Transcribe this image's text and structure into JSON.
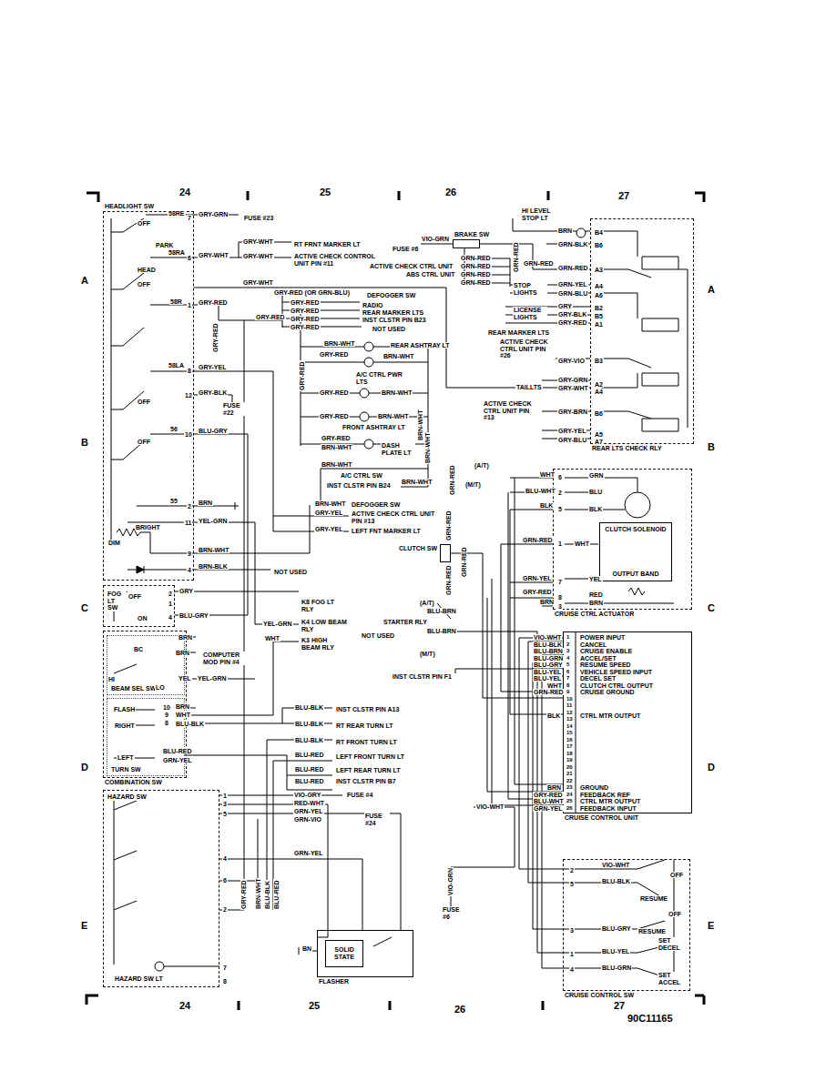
{
  "diagram": {
    "nodes": [
      {
        "text": [
          "HEADLIGHT SW"
        ]
      },
      {
        "text": [
          "FOG LT SW"
        ]
      },
      {
        "text": [
          "COMBINATION SW"
        ]
      },
      {
        "text": [
          "BEAM SEL SW"
        ],
        "in": 2
      },
      {
        "text": [
          "TURN SW"
        ],
        "in": 2
      },
      {
        "text": [
          "HAZARD SW"
        ]
      },
      {
        "text": [
          "FLASHER"
        ]
      },
      {
        "text": [
          "SOLID STATE"
        ],
        "in": 6
      },
      {
        "text": [
          "BRAKE SW"
        ]
      },
      {
        "text": [
          "REAR LTS CHECK RLY"
        ]
      },
      {
        "text": [
          "CLUTCH SW"
        ]
      },
      {
        "text": [
          "CRUISE CTRL ACTUATOR"
        ]
      },
      {
        "text": [
          "CLUTCH SOLENOID",
          "OUTPUT BAND"
        ],
        "in": 11
      },
      {
        "text": [
          "CRUISE CONTROL UNIT"
        ]
      },
      {
        "text": [
          "CRUISE CONTROL SW"
        ]
      }
    ],
    "edges": [
      {
        "from": 0,
        "to": 9,
        "arrow": "none"
      },
      {
        "from": 8,
        "to": 9,
        "arrow": "none"
      },
      {
        "from": 5,
        "to": 6,
        "arrow": "none"
      },
      {
        "from": 11,
        "to": 13,
        "arrow": "none"
      },
      {
        "from": 14,
        "to": 13,
        "arrow": "none"
      },
      {
        "from": 10,
        "to": 13,
        "arrow": "none"
      }
    ],
    "labels": [
      "24",
      "25",
      "26",
      "27",
      "A",
      "A",
      "B",
      "B",
      "C",
      "C",
      "D",
      "D",
      "E",
      "E",
      "24",
      "25",
      "26",
      "27",
      "90C11165",
      "58RE",
      "7",
      "GRY-GRN",
      "FUSE #23",
      "OFF",
      "PARK",
      "58RA",
      "6",
      "GRY-WHT",
      "HEAD",
      "OFF",
      "GRY-WHT",
      "RT FRNT MARKER LT",
      "GRY-WHT",
      "ACTIVE CHECK CONTROL UNIT PIN #11",
      "GRY-WHT",
      "58R",
      "1",
      "GRY-RED",
      "GRY-RED",
      "GRY-RED (OR GRN-BLU)",
      "DEFOGGER SW",
      "GRY-RED",
      "RADIO",
      "GRY-RED",
      "REAR MARKER LTS",
      "GRY-RED",
      "INST CLSTR PIN B23",
      "GRY-RED",
      "NOT USED",
      "GRY-RED",
      "BRN-WHT",
      "REAR ASHTRAY LT",
      "GRY-RED",
      "BRN-WHT",
      "A/C CTRL PWR LTS",
      "GRY-RED",
      "BRN-WHT",
      "GRY-RED",
      "GRY-RED",
      "BRN-WHT",
      "FRONT ASHTRAY LT",
      "BRN-WHT",
      "BRN-WHT",
      "GRY-RED",
      "BRN-WHT",
      "DASH PLATE LT",
      "BRN-WHT",
      "A/C CTRL SW",
      "INST CLSTR PIN B24",
      "BRN-WHT",
      "BRN-WHT",
      "DEFOGGER SW",
      "GRY-YEL",
      "ACTIVE CHECK CTRL UNIT PIN #13",
      "GRY-YEL",
      "LEFT FNT MARKER LT",
      "58LA",
      "8",
      "GRY-YEL",
      "12",
      "GRY-BLK",
      "FUSE #22",
      "OFF",
      "56",
      "10",
      "BLU-GRY",
      "OFF",
      "55",
      "2",
      "BRN",
      "11",
      "YEL-GRN",
      "BRIGHT",
      "DIM",
      "9",
      "BRN-WHT",
      "4",
      "BRN-BLK",
      "NOT USED",
      "OFF",
      "ON",
      "2",
      "1",
      "4",
      "GRY",
      "BLU-GRY",
      "K8 FOG LT RLY",
      "YEL-GRN",
      "K4 LOW BEAM RLY",
      "WHT",
      "K3 HIGH BEAM RLY",
      "BC",
      "BRN",
      "BRN",
      "COMPUTER MOD PIN #4",
      "HI",
      "LO",
      "YEL",
      "YEL-GRN",
      "FLASH",
      "10",
      "BRN",
      "9",
      "WHT",
      "8",
      "BLU-BLK",
      "RIGHT",
      "LEFT",
      "BLU-RED",
      "GRN-YEL",
      "BLU-BLK",
      "INST CLSTR PIN A13",
      "BLU-BLK",
      "RT REAR TURN LT",
      "BLU-BLK",
      "RT FRONT TURN LT",
      "BLU-RED",
      "LEFT FRONT TURN LT",
      "BLU-RED",
      "LEFT REAR TURN LT",
      "BLU-RED",
      "INST CLSTR PIN B7",
      "1",
      "3",
      "5",
      "4",
      "6",
      "2",
      "7",
      "8",
      "VIO-GRY",
      "FUSE #4",
      "RED-WHT",
      "GRN-YEL",
      "GRN-VIO",
      "FUSE #24",
      "GRY-RED",
      "BRN-WHT",
      "BLU-BLK",
      "BLU-RED",
      "GRN-YEL",
      "BN",
      "HAZARD SW LT",
      "GRN-RED",
      "HI LEVEL STOP LT",
      "BRN",
      "B4",
      "GRN-BLK",
      "B6",
      "GRN-RED",
      "A3",
      "GRN-YEL",
      "A4",
      "GRN-BLU",
      "A6",
      "GRY",
      "B2",
      "GRY-BLK",
      "B5",
      "GRY-RED",
      "A1",
      "GRY-VIO",
      "B3",
      "GRY-GRN",
      "A2",
      "GRY-WHT",
      "A4",
      "GRY-BRN",
      "B6",
      "GRY-YEL",
      "A5",
      "GRY-BLU",
      "A7",
      "FUSE #6",
      "VIO-GRN",
      "GRN-RED",
      "ACTIVE CHECK CTRL UNIT",
      "GRN-RED",
      "ABS CTRL UNIT",
      "GRN-RED",
      "GRN-RED",
      "GRN-RED",
      "STOP LIGHTS",
      "LICENSE LIGHTS",
      "REAR MARKER LTS",
      "ACTIVE CHECK CTRL UNIT PIN #26",
      "TAILLTS",
      "ACTIVE CHECK CTRL UNIT PIN #13",
      "(A/T)",
      "(M/T)",
      "GRN-RED",
      "WHT",
      "6",
      "GRN",
      "BLU-WHT",
      "2",
      "BLU",
      "BLK",
      "5",
      "BLK",
      "GRN-RED",
      "1",
      "WHT",
      "GRN-YEL",
      "7",
      "YEL",
      "GRY-RED",
      "8",
      "RED",
      "BRN",
      "3",
      "BRN",
      "GRN-RED",
      "GRN-RED",
      "GRN-RED",
      "(A/T)",
      "STARTER RLY",
      "BLU-BRN",
      "NOT USED",
      "BLU-BRN",
      "(M/T)",
      "INST CLSTR PIN F1",
      "POWER INPUT",
      "CANCEL",
      "CRUISE ENABLE",
      "ACCEL/SET",
      "RESUME SPEED",
      "VEHICLE SPEED INPUT",
      "DECEL SET",
      "CLUTCH CTRL OUTPUT",
      "CRUISE GROUND",
      "CTRL MTR OUTPUT",
      "GROUND",
      "FEEDBACK REF",
      "CTRL MTR OUTPUT",
      "FEEDBACK INPUT",
      "VIO-WHT",
      "BLU-BLK",
      "BLU-BRN",
      "BLU-GRN",
      "BLU-GRY",
      "BLU-YEL",
      "BLU-YEL",
      "WHT",
      "GRN-RED",
      "BLK",
      "BRN",
      "GRY-RED",
      "BLU-WHT",
      "GRN-YEL",
      "1",
      "2",
      "3",
      "4",
      "5",
      "6",
      "7",
      "8",
      "9",
      "10",
      "11",
      "12",
      "13",
      "14",
      "15",
      "16",
      "17",
      "18",
      "19",
      "20",
      "21",
      "22",
      "23",
      "24",
      "25",
      "26",
      "VIO-WHT",
      "2",
      "5",
      "BLU-BLK",
      "OFF",
      "RESUME",
      "OFF",
      "3",
      "BLU-GRY",
      "RESUME",
      "SET DECEL",
      "BLU-YEL",
      "1",
      "4",
      "BLU-GRN",
      "SET ACCEL",
      "VIO-WHT",
      "VIO-GRN",
      "FUSE #6"
    ]
  }
}
